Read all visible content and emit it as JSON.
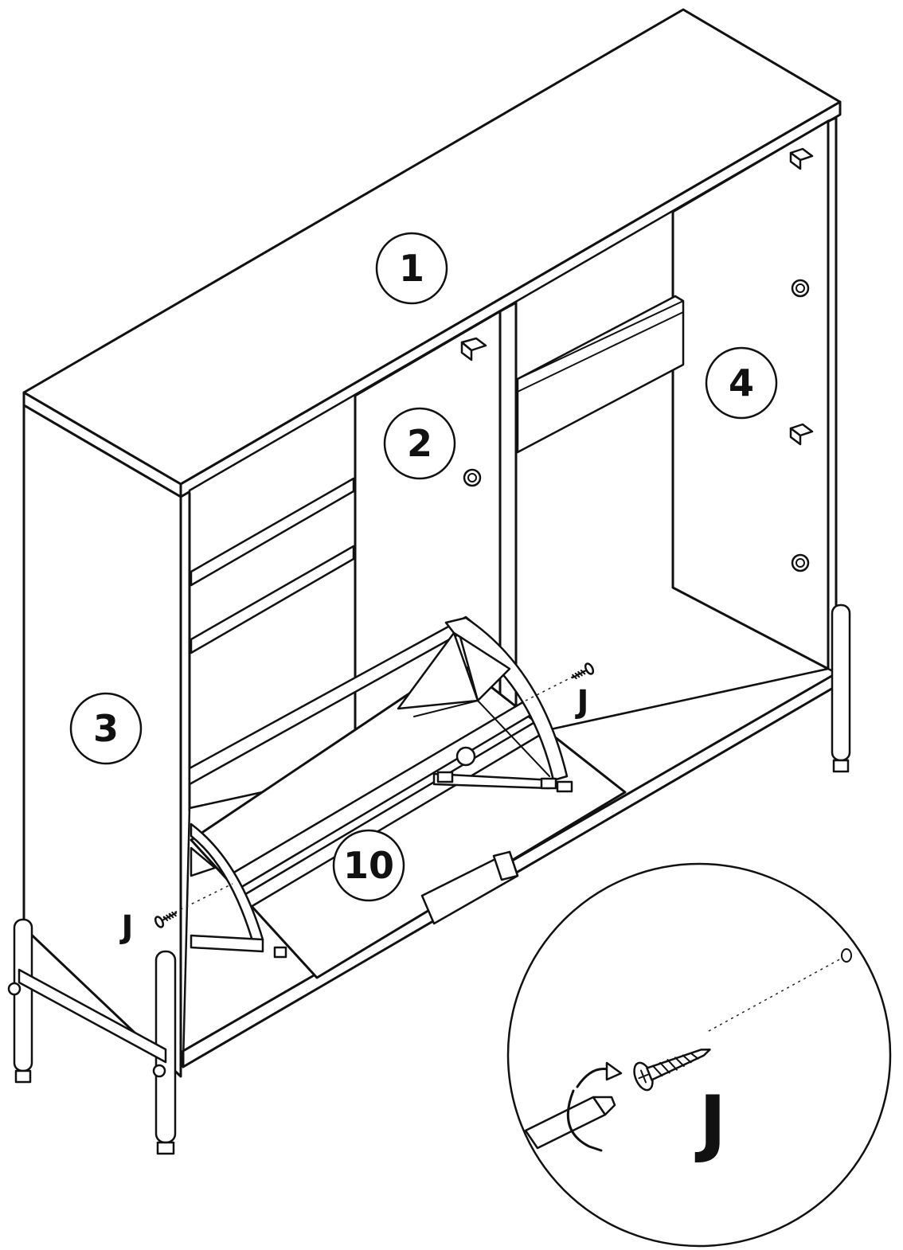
{
  "parts": {
    "top_panel": "1",
    "middle_divider": "2",
    "left_side_panel": "3",
    "right_side_panel": "4",
    "tilt_drawer": "10"
  },
  "hardware": {
    "screw_left": "J",
    "screw_right": "J",
    "detail_screw": "J"
  },
  "icons": [
    "screw-icon",
    "screwdriver-icon",
    "rotate-arrow-icon"
  ]
}
